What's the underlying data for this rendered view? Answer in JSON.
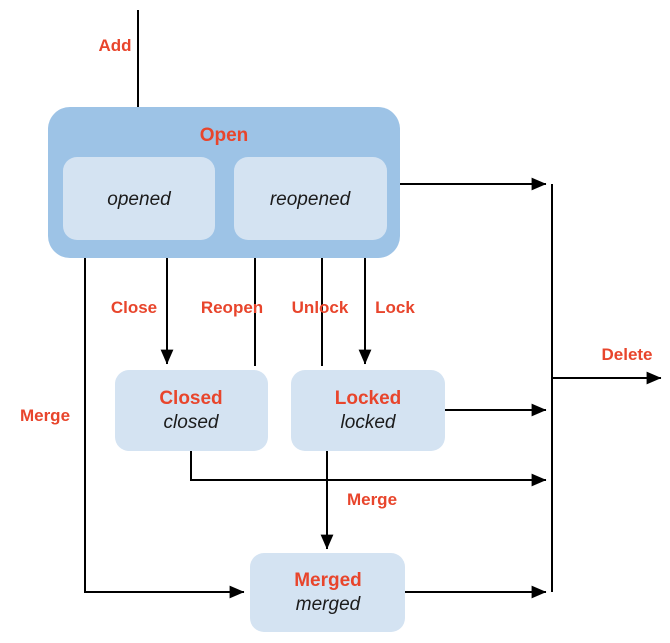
{
  "diagram": {
    "type": "state-machine",
    "title": "",
    "colors": {
      "group_fill": "#9dc3e6",
      "state_fill": "#d4e3f2",
      "label_accent": "#e8452c",
      "text": "#1b1b1b",
      "edge": "#000000",
      "background": "#ffffff"
    },
    "groups": [
      {
        "id": "open-group",
        "title": "Open",
        "states": [
          "opened",
          "reopened"
        ]
      }
    ],
    "states": [
      {
        "id": "opened",
        "title": "",
        "value": "opened"
      },
      {
        "id": "reopened",
        "title": "",
        "value": "reopened"
      },
      {
        "id": "closed",
        "title": "Closed",
        "value": "closed"
      },
      {
        "id": "locked",
        "title": "Locked",
        "value": "locked"
      },
      {
        "id": "merged",
        "title": "Merged",
        "value": "merged"
      }
    ],
    "transitions": [
      {
        "id": "add",
        "label": "Add",
        "from": "",
        "to": "opened"
      },
      {
        "id": "close",
        "label": "Close",
        "from": "opened",
        "to": "closed"
      },
      {
        "id": "reopen",
        "label": "Reopen",
        "from": "closed",
        "to": "reopened"
      },
      {
        "id": "unlock",
        "label": "Unlock",
        "from": "locked",
        "to": "reopened"
      },
      {
        "id": "lock",
        "label": "Lock",
        "from": "reopened",
        "to": "locked"
      },
      {
        "id": "merge-left",
        "label": "Merge",
        "from": "opened",
        "to": "merged"
      },
      {
        "id": "merge-middle",
        "label": "Merge",
        "from": "closed",
        "to": "merged"
      },
      {
        "id": "delete",
        "label": "Delete",
        "from": "any",
        "to": ""
      }
    ]
  }
}
